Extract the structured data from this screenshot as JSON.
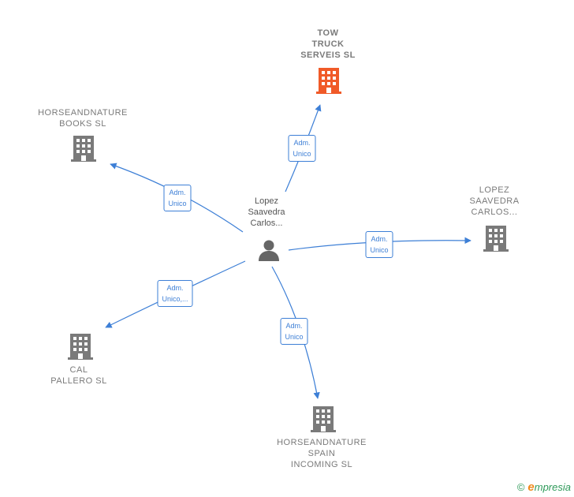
{
  "center": {
    "lines": [
      "Lopez",
      "Saavedra",
      "Carlos..."
    ],
    "icon": "person-icon"
  },
  "companies": [
    {
      "id": "tow-truck",
      "lines": [
        "TOW",
        "TRUCK",
        "SERVEIS SL"
      ],
      "color": "#f05a28",
      "highlight": true
    },
    {
      "id": "horseandnature-books",
      "lines": [
        "HORSEANDNATURE",
        "BOOKS SL"
      ],
      "color": "#7a7a7a",
      "highlight": false
    },
    {
      "id": "lopez-saavedra",
      "lines": [
        "LOPEZ",
        "SAAVEDRA",
        "CARLOS..."
      ],
      "color": "#7a7a7a",
      "highlight": false
    },
    {
      "id": "cal-pallero",
      "lines": [
        "CAL",
        "PALLERO SL"
      ],
      "color": "#7a7a7a",
      "highlight": false
    },
    {
      "id": "horseandnature-spain",
      "lines": [
        "HORSEANDNATURE",
        "SPAIN",
        "INCOMING SL"
      ],
      "color": "#7a7a7a",
      "highlight": false
    }
  ],
  "edges": [
    {
      "to": "tow-truck",
      "lines": [
        "Adm.",
        "Unico"
      ]
    },
    {
      "to": "horseandnature-books",
      "lines": [
        "Adm.",
        "Unico"
      ]
    },
    {
      "to": "lopez-saavedra",
      "lines": [
        "Adm.",
        "Unico"
      ]
    },
    {
      "to": "cal-pallero",
      "lines": [
        "Adm.",
        "Unico,..."
      ]
    },
    {
      "to": "horseandnature-spain",
      "lines": [
        "Adm.",
        "Unico"
      ]
    }
  ],
  "footer": {
    "copyright": "©",
    "brand_initial": "e",
    "brand_rest": "mpresia"
  },
  "colors": {
    "edge": "#3d7fd6",
    "building": "#7a7a7a",
    "highlight": "#f05a28",
    "person": "#666666"
  }
}
